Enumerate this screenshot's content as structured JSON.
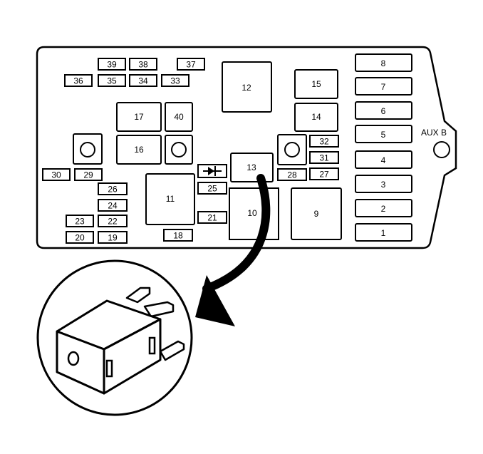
{
  "panel": {
    "aux_label": "AUX B",
    "fuses": [
      {
        "id": "f39",
        "label": "39"
      },
      {
        "id": "f38",
        "label": "38"
      },
      {
        "id": "f37",
        "label": "37"
      },
      {
        "id": "f36",
        "label": "36"
      },
      {
        "id": "f35",
        "label": "35"
      },
      {
        "id": "f34",
        "label": "34"
      },
      {
        "id": "f33",
        "label": "33"
      },
      {
        "id": "f32",
        "label": "32"
      },
      {
        "id": "f31",
        "label": "31"
      },
      {
        "id": "f30",
        "label": "30"
      },
      {
        "id": "f29",
        "label": "29"
      },
      {
        "id": "f28",
        "label": "28"
      },
      {
        "id": "f27",
        "label": "27"
      },
      {
        "id": "f26",
        "label": "26"
      },
      {
        "id": "f25",
        "label": "25"
      },
      {
        "id": "f24",
        "label": "24"
      },
      {
        "id": "f23",
        "label": "23"
      },
      {
        "id": "f22",
        "label": "22"
      },
      {
        "id": "f21",
        "label": "21"
      },
      {
        "id": "f20",
        "label": "20"
      },
      {
        "id": "f19",
        "label": "19"
      },
      {
        "id": "f18",
        "label": "18"
      },
      {
        "id": "f8",
        "label": "8"
      },
      {
        "id": "f7",
        "label": "7"
      },
      {
        "id": "f6",
        "label": "6"
      },
      {
        "id": "f5",
        "label": "5"
      },
      {
        "id": "f4",
        "label": "4"
      },
      {
        "id": "f3",
        "label": "3"
      },
      {
        "id": "f2",
        "label": "2"
      },
      {
        "id": "f1",
        "label": "1"
      }
    ],
    "relays": [
      {
        "id": "r12",
        "label": "12"
      },
      {
        "id": "r15",
        "label": "15"
      },
      {
        "id": "r14",
        "label": "14"
      },
      {
        "id": "r17",
        "label": "17"
      },
      {
        "id": "r40",
        "label": "40"
      },
      {
        "id": "r16",
        "label": "16"
      },
      {
        "id": "r13",
        "label": "13"
      },
      {
        "id": "r11",
        "label": "11"
      },
      {
        "id": "r10",
        "label": "10"
      },
      {
        "id": "r9",
        "label": "9"
      }
    ]
  }
}
